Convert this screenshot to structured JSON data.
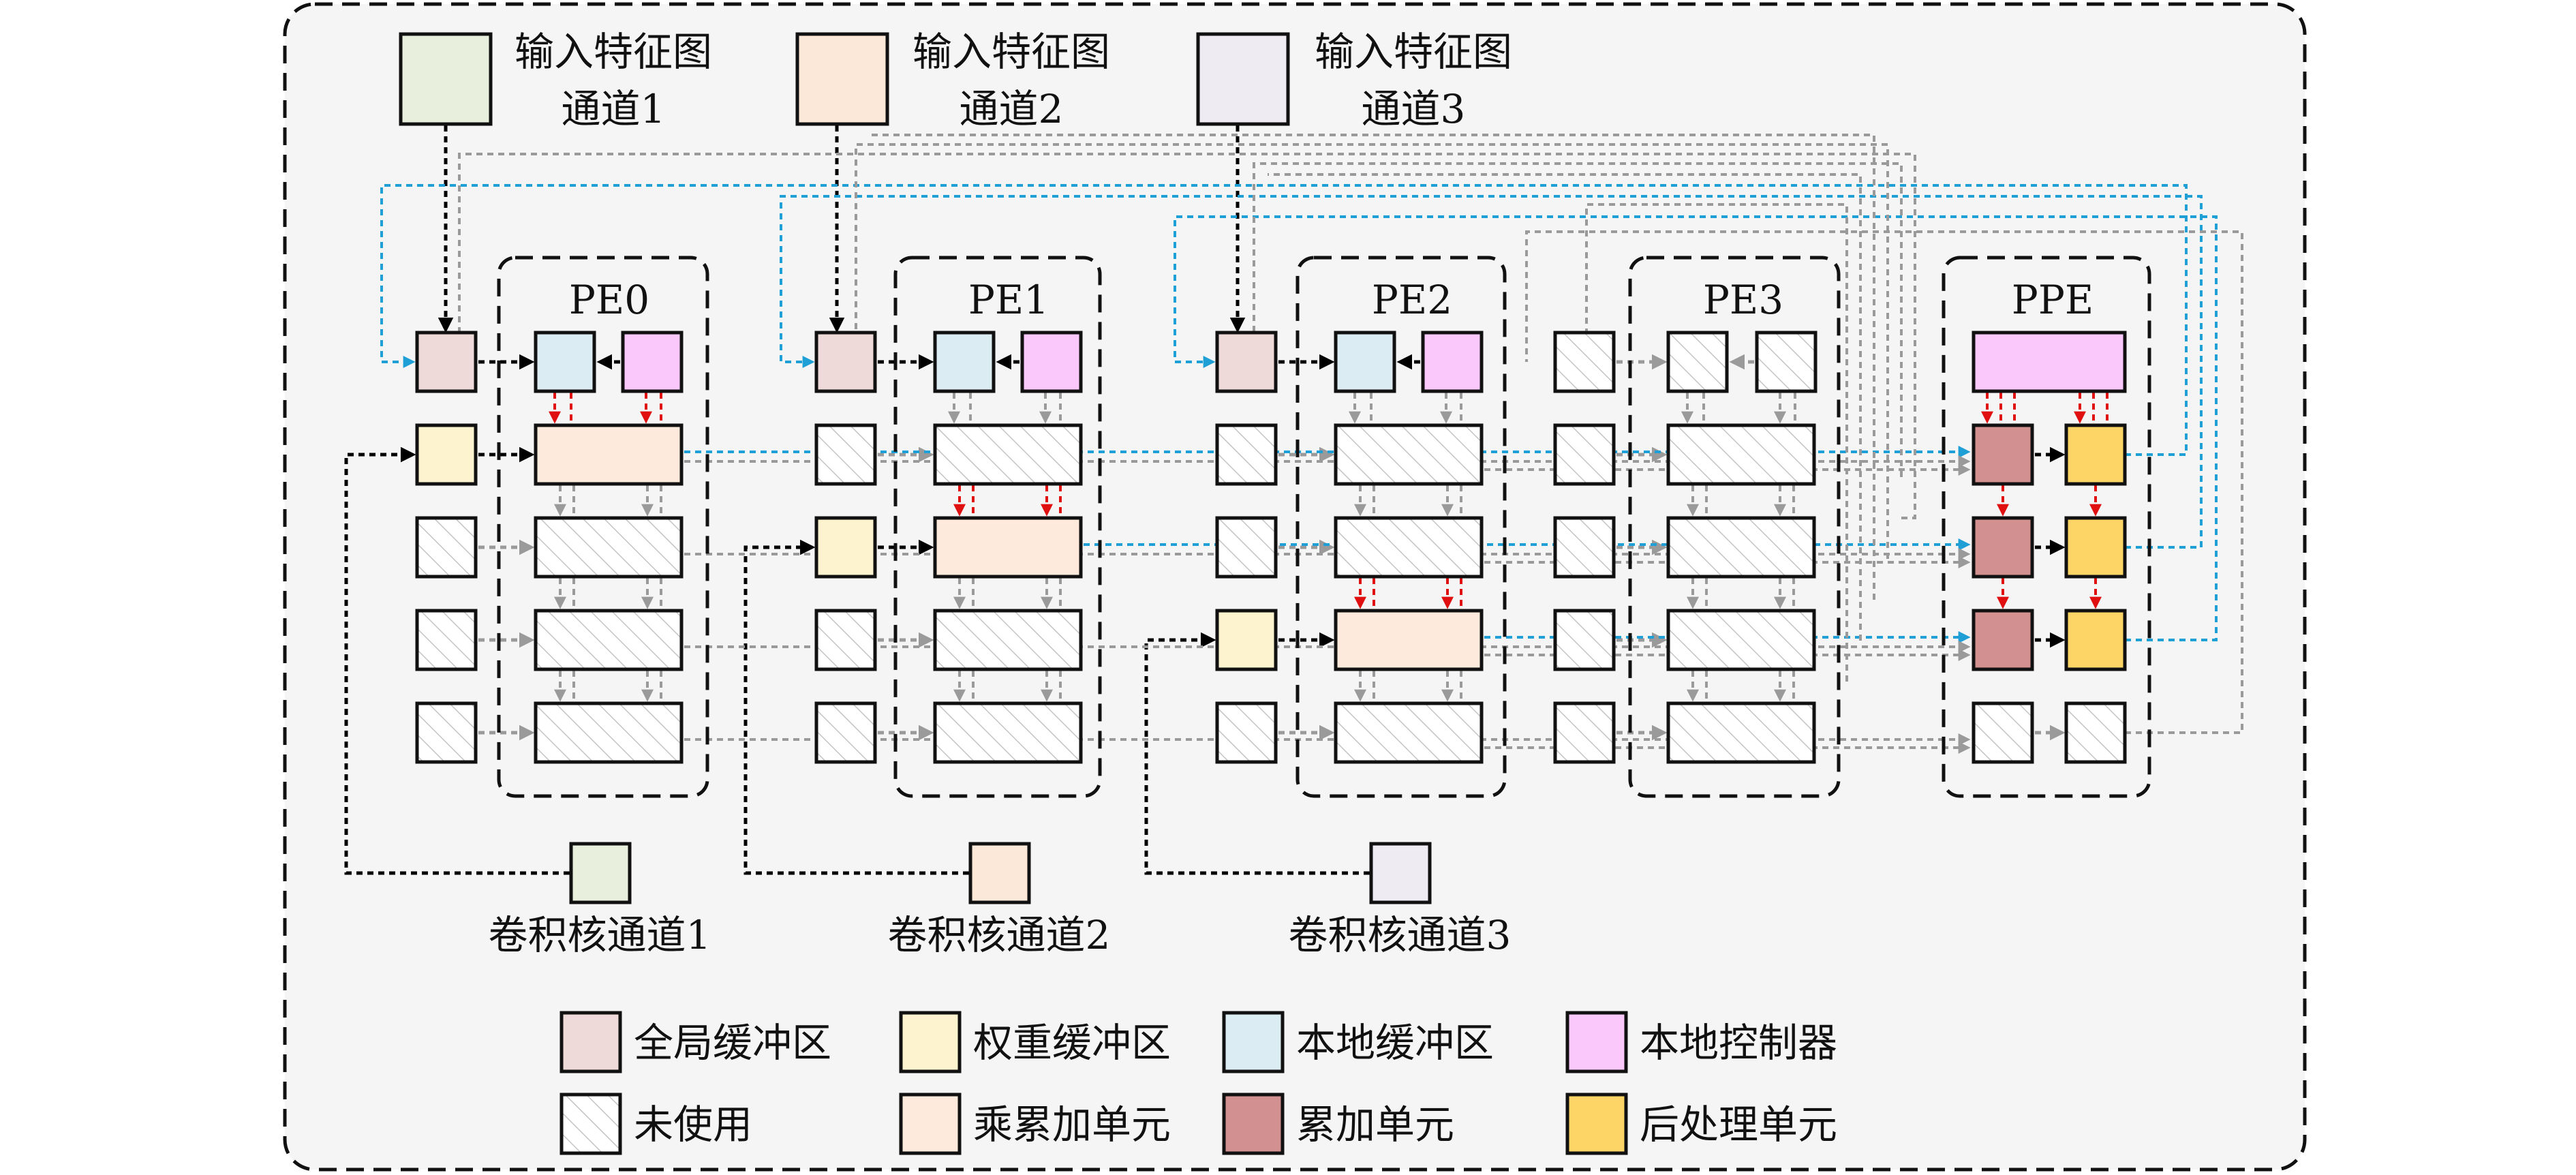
{
  "inputs": [
    {
      "line1": "输入特征图",
      "line2": "通道1",
      "color": "#e8f0dd"
    },
    {
      "line1": "输入特征图",
      "line2": "通道2",
      "color": "#fbe8d8"
    },
    {
      "line1": "输入特征图",
      "line2": "通道3",
      "color": "#eeebf2"
    }
  ],
  "pe_titles": [
    "PE0",
    "PE1",
    "PE2",
    "PE3",
    "PPE"
  ],
  "kernels": [
    {
      "label": "卷积核通道1",
      "color": "#e8f0dd"
    },
    {
      "label": "卷积核通道2",
      "color": "#fbe8d8"
    },
    {
      "label": "卷积核通道3",
      "color": "#eeebf2"
    }
  ],
  "legend": [
    {
      "label": "全局缓冲区",
      "color": "#efdada",
      "hatch": false
    },
    {
      "label": "权重缓冲区",
      "color": "#fdf3cf",
      "hatch": false
    },
    {
      "label": "本地缓冲区",
      "color": "#dbecf2",
      "hatch": false
    },
    {
      "label": "本地控制器",
      "color": "#fbc8fb",
      "hatch": false
    },
    {
      "label": "未使用",
      "color": "#ffffff",
      "hatch": true
    },
    {
      "label": "乘累加单元",
      "color": "#fdeadc",
      "hatch": false
    },
    {
      "label": "累加单元",
      "color": "#d39090",
      "hatch": false
    },
    {
      "label": "后处理单元",
      "color": "#fcd566",
      "hatch": false
    }
  ],
  "colors": {
    "global_buffer": "#efdada",
    "weight_buffer": "#fdf3cf",
    "local_buffer": "#dbecf2",
    "local_controller": "#fbc8fb",
    "mac": "#fdeadc",
    "accumulator": "#d39090",
    "post_process": "#fcd566",
    "blue_line": "#1ea0d6",
    "red_line": "#e01010",
    "gray_line": "#9a9a9a"
  }
}
